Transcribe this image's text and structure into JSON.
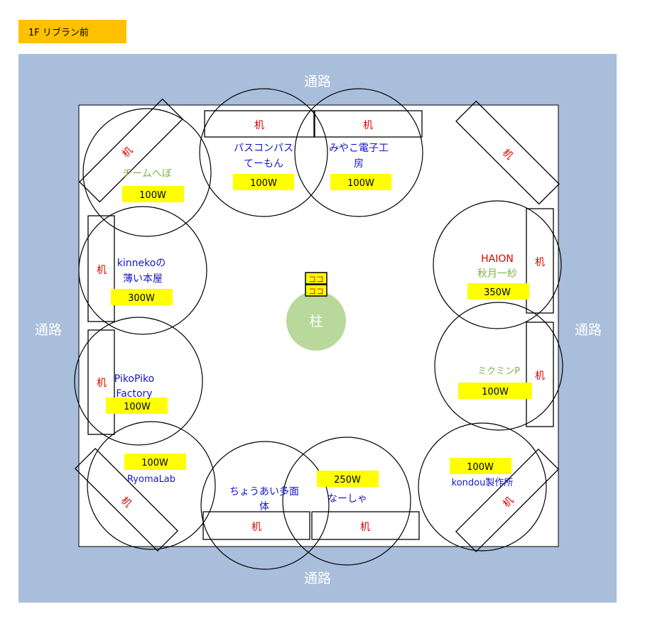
{
  "header": {
    "label": "1F リブラン前"
  },
  "colors": {
    "corridor": "#a9bedb",
    "power": "#ffff00",
    "desk_text": "#e00000",
    "name_blue": "#1515c8",
    "name_green": "#79b542",
    "name_red": "#e00000",
    "pillar": "#b9d89c"
  },
  "corridor": {
    "top": "通路",
    "bottom": "通路",
    "left": "通路",
    "right": "通路"
  },
  "center": {
    "pillar_label": "柱",
    "marker_1": "ココ",
    "marker_2": "ココ"
  },
  "desk_label": "机",
  "booths": [
    {
      "name": "チームへぼ",
      "name_color": "green",
      "power": "100W"
    },
    {
      "name_lines": [
        "パスコンパス",
        "てーもん"
      ],
      "name_color": "blue",
      "power": "100W"
    },
    {
      "name_lines": [
        "みやこ電子工",
        "房"
      ],
      "name_color": "blue",
      "power": "100W"
    },
    {
      "name_lines": [
        "kinnekoの",
        "薄い本屋"
      ],
      "name_color": "blue",
      "power": "300W"
    },
    {
      "name_lines": [
        "HAION",
        "秋月一紗"
      ],
      "name_colors": [
        "red",
        "green"
      ],
      "power": "350W"
    },
    {
      "name_lines": [
        "PikoPiko",
        "Factory"
      ],
      "name_color": "blue",
      "power": "100W"
    },
    {
      "name": "ミクミンP",
      "name_color": "green",
      "power": "100W"
    },
    {
      "name": "RyomaLab",
      "name_color": "blue",
      "power": "100W"
    },
    {
      "name_lines": [
        "ちょうあい多面",
        "体"
      ],
      "name_color": "blue",
      "power": ""
    },
    {
      "name": "なーしゃ",
      "name_color": "blue",
      "power": "250W"
    },
    {
      "name": "kondou製作所",
      "name_color": "blue",
      "power": "100W"
    }
  ]
}
